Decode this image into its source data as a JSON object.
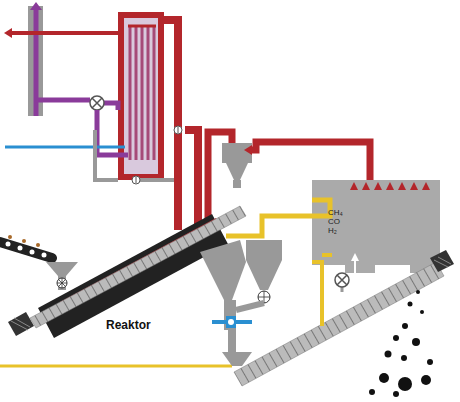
{
  "diagram": {
    "nodes": [
      {
        "text": [
          "CH₄",
          "CO",
          "H₂"
        ]
      }
    ],
    "labels": [
      "Reaktor"
    ]
  }
}
